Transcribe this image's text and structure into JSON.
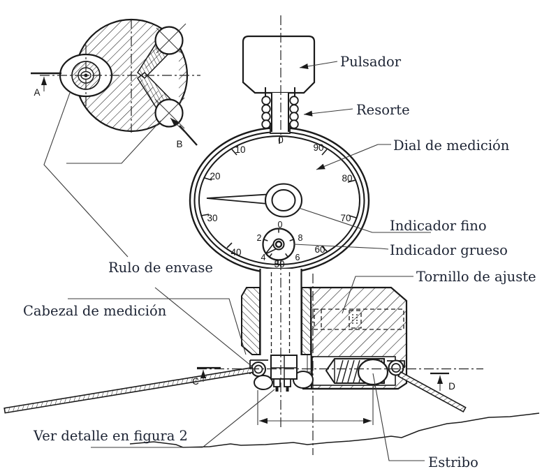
{
  "figure": {
    "labels": {
      "pulsador": "Pulsador",
      "resorte": "Resorte",
      "dial": "Dial de medición",
      "indicador_fino": "Indicador fino",
      "indicador_grueso": "Indicador grueso",
      "tornillo": "Tornillo de ajuste",
      "rulo": "Rulo de envase",
      "cabezal": "Cabezal de medición",
      "ver_detalle": "Ver detalle en figura 2",
      "estribo": "Estribo"
    },
    "datums": [
      "A",
      "B",
      "C",
      "D"
    ],
    "main_dial": {
      "numbers": [
        "0",
        "10",
        "20",
        "30",
        "40",
        "50",
        "60",
        "70",
        "80",
        "90"
      ]
    },
    "small_dial": {
      "numbers": [
        "0",
        "2",
        "4",
        "6",
        "8"
      ]
    },
    "colors": {
      "line": "#1a1a1a",
      "label_text": "#1c2333",
      "background": "#ffffff"
    }
  }
}
